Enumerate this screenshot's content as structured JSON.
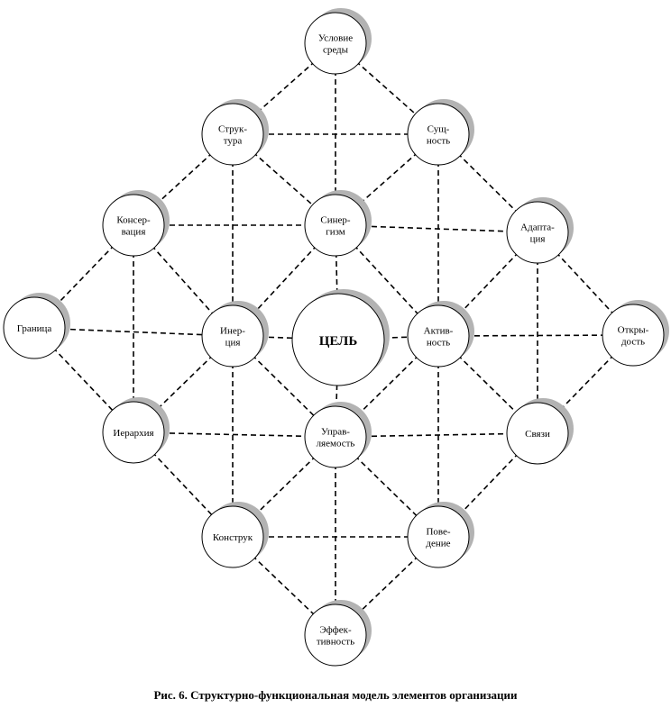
{
  "caption": "Рис. 6. Структурно-функциональная модель элементов организации",
  "colors": {
    "line": "#000000",
    "node_fill": "#ffffff",
    "node_shadow": "#b3b3b3"
  },
  "nodes": [
    {
      "id": "usl",
      "lines": [
        "Условие",
        "среды"
      ]
    },
    {
      "id": "str",
      "lines": [
        "Струк-",
        "тура"
      ]
    },
    {
      "id": "sush",
      "lines": [
        "Сущ-",
        "ность"
      ]
    },
    {
      "id": "kons",
      "lines": [
        "Консер-",
        "вация"
      ]
    },
    {
      "id": "sin",
      "lines": [
        "Синер-",
        "гизм"
      ]
    },
    {
      "id": "adap",
      "lines": [
        "Адапта-",
        "ция"
      ]
    },
    {
      "id": "gran",
      "lines": [
        "Граница"
      ]
    },
    {
      "id": "iner",
      "lines": [
        "Инер-",
        "ция"
      ]
    },
    {
      "id": "cel",
      "lines": [
        "ЦЕЛЬ"
      ],
      "main": true
    },
    {
      "id": "akt",
      "lines": [
        "Актив-",
        "ность"
      ]
    },
    {
      "id": "otkr",
      "lines": [
        "Откры-",
        "дость"
      ]
    },
    {
      "id": "ier",
      "lines": [
        "Иерархия"
      ]
    },
    {
      "id": "upr",
      "lines": [
        "Управ-",
        "ляемость"
      ]
    },
    {
      "id": "svy",
      "lines": [
        "Связи"
      ]
    },
    {
      "id": "kstr",
      "lines": [
        "Конструк"
      ]
    },
    {
      "id": "pov",
      "lines": [
        "Пове-",
        "дение"
      ]
    },
    {
      "id": "eff",
      "lines": [
        "Эффек-",
        "тивность"
      ]
    }
  ],
  "edges": [
    [
      "usl",
      "str"
    ],
    [
      "usl",
      "sush"
    ],
    [
      "usl",
      "sin"
    ],
    [
      "str",
      "sush"
    ],
    [
      "str",
      "kons"
    ],
    [
      "str",
      "sin"
    ],
    [
      "str",
      "iner"
    ],
    [
      "sush",
      "sin"
    ],
    [
      "sush",
      "adap"
    ],
    [
      "sush",
      "akt"
    ],
    [
      "kons",
      "sin"
    ],
    [
      "kons",
      "gran"
    ],
    [
      "kons",
      "iner"
    ],
    [
      "kons",
      "ier"
    ],
    [
      "sin",
      "adap"
    ],
    [
      "sin",
      "iner"
    ],
    [
      "sin",
      "cel"
    ],
    [
      "sin",
      "akt"
    ],
    [
      "adap",
      "akt"
    ],
    [
      "adap",
      "otkr"
    ],
    [
      "adap",
      "svy"
    ],
    [
      "gran",
      "iner"
    ],
    [
      "gran",
      "ier"
    ],
    [
      "iner",
      "cel"
    ],
    [
      "iner",
      "ier"
    ],
    [
      "iner",
      "upr"
    ],
    [
      "iner",
      "kstr"
    ],
    [
      "cel",
      "akt"
    ],
    [
      "cel",
      "upr"
    ],
    [
      "akt",
      "otkr"
    ],
    [
      "akt",
      "upr"
    ],
    [
      "akt",
      "svy"
    ],
    [
      "akt",
      "pov"
    ],
    [
      "otkr",
      "svy"
    ],
    [
      "ier",
      "upr"
    ],
    [
      "ier",
      "kstr"
    ],
    [
      "upr",
      "svy"
    ],
    [
      "upr",
      "kstr"
    ],
    [
      "upr",
      "pov"
    ],
    [
      "upr",
      "eff"
    ],
    [
      "svy",
      "pov"
    ],
    [
      "kstr",
      "pov"
    ],
    [
      "kstr",
      "eff"
    ],
    [
      "pov",
      "eff"
    ]
  ]
}
